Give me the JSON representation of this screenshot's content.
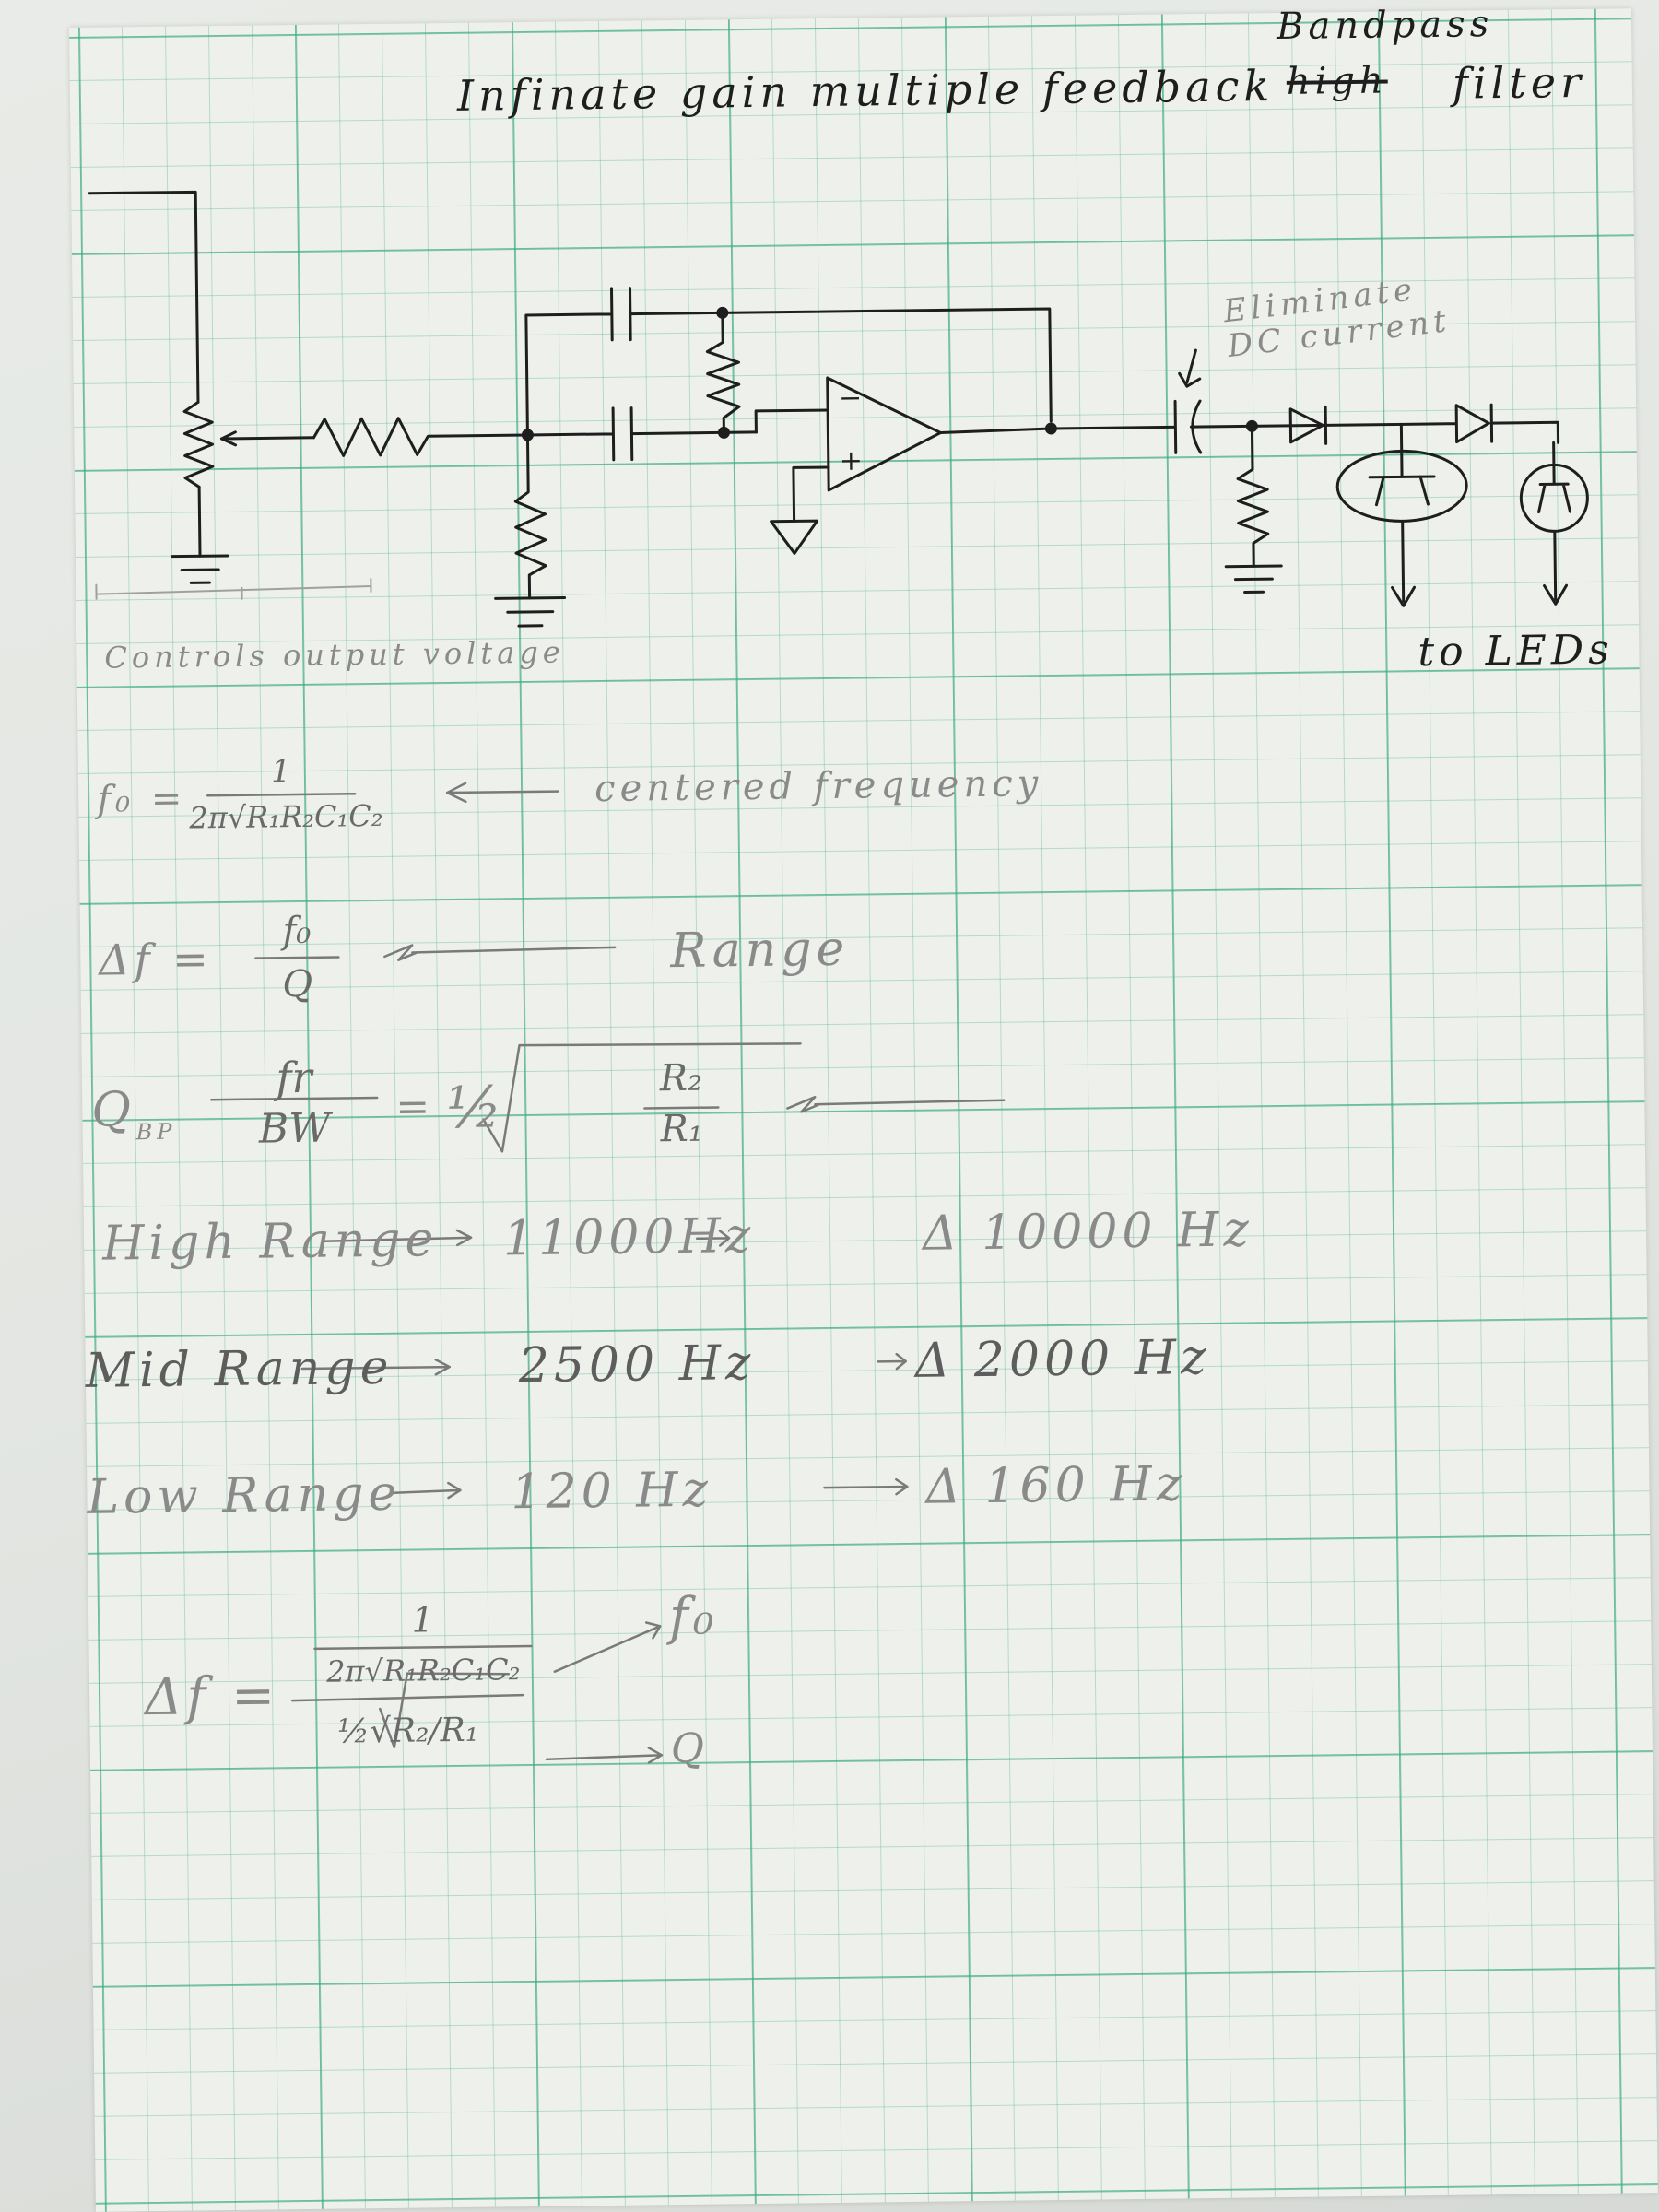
{
  "title": {
    "correction": "Bandpass",
    "struck": "high",
    "line_left": "Infinate gain multiple feedback",
    "line_right": "filter"
  },
  "schematic": {
    "annotation_dc": "Eliminate DC current",
    "annotation_pot": "Controls output voltage",
    "output_label": "to LEDs",
    "opamp_minus": "−",
    "opamp_plus": "+"
  },
  "formulas": {
    "center": {
      "lhs": "f₀ =",
      "numerator": "1",
      "denominator": "2π√R₁R₂C₁C₂",
      "note": "centered frequency"
    },
    "delta": {
      "lhs": "Δf =",
      "numerator": "f₀",
      "denominator": "Q",
      "note": "Range"
    },
    "q": {
      "lhs": "Q",
      "lhs_sub": "BP",
      "frac_num": "fr",
      "frac_den": "BW",
      "eq": "=",
      "half": "½",
      "root_num": "R₂",
      "root_den": "R₁"
    }
  },
  "ranges": [
    {
      "name": "High Range",
      "center": "11000Hz",
      "delta": "Δ 10000 Hz"
    },
    {
      "name": "Mid Range",
      "center": "2500 Hz",
      "delta": "Δ 2000 Hz"
    },
    {
      "name": "Low Range",
      "center": "120 Hz",
      "delta": "Δ 160 Hz"
    }
  ],
  "derivation": {
    "lhs": "Δf =",
    "numerator": "1",
    "middle": "2π√R₁R₂C₁C₂",
    "denominator": "½√R₂/R₁",
    "arrow_f0": "f₀",
    "arrow_q": "Q"
  },
  "colors": {
    "grid_major": "#3caa82",
    "grid_minor": "#5ab996",
    "pen_dark": "#1e1e1e",
    "pencil": "#6a6a6a"
  }
}
